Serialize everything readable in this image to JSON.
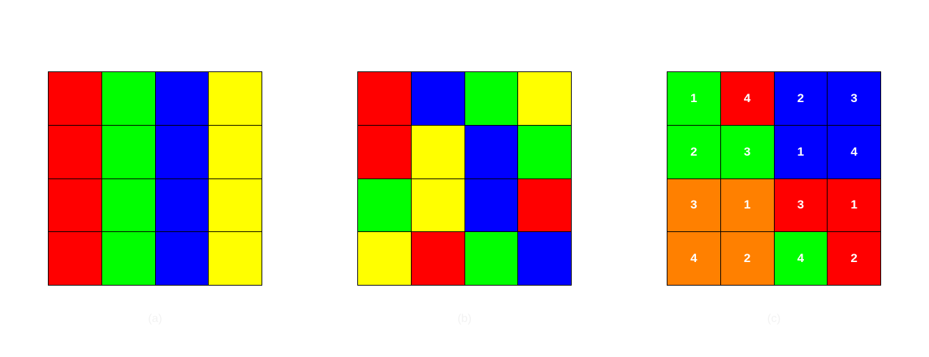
{
  "colors": {
    "red": "#ff0000",
    "green": "#00ff00",
    "blue": "#0000ff",
    "yellow": "#ffff00",
    "orange": "#ff8000",
    "border": "#000000",
    "number_text": "#ffffff"
  },
  "grids": [
    {
      "caption": "(a)",
      "cells": [
        [
          "red",
          "green",
          "blue",
          "yellow"
        ],
        [
          "red",
          "green",
          "blue",
          "yellow"
        ],
        [
          "red",
          "green",
          "blue",
          "yellow"
        ],
        [
          "red",
          "green",
          "blue",
          "yellow"
        ]
      ],
      "numbers": []
    },
    {
      "caption": "(b)",
      "cells": [
        [
          "red",
          "blue",
          "green",
          "yellow"
        ],
        [
          "red",
          "yellow",
          "blue",
          "green"
        ],
        [
          "green",
          "yellow",
          "blue",
          "red"
        ],
        [
          "yellow",
          "red",
          "green",
          "blue"
        ]
      ],
      "numbers": []
    },
    {
      "caption": "(c)",
      "cells": [
        [
          "green",
          "red",
          "blue",
          "blue"
        ],
        [
          "green",
          "green",
          "blue",
          "blue"
        ],
        [
          "orange",
          "orange",
          "red",
          "red"
        ],
        [
          "orange",
          "orange",
          "green",
          "red"
        ]
      ],
      "numbers": [
        [
          "1",
          "4",
          "2",
          "3"
        ],
        [
          "2",
          "3",
          "1",
          "4"
        ],
        [
          "3",
          "1",
          "3",
          "1"
        ],
        [
          "4",
          "2",
          "4",
          "2"
        ]
      ]
    }
  ]
}
